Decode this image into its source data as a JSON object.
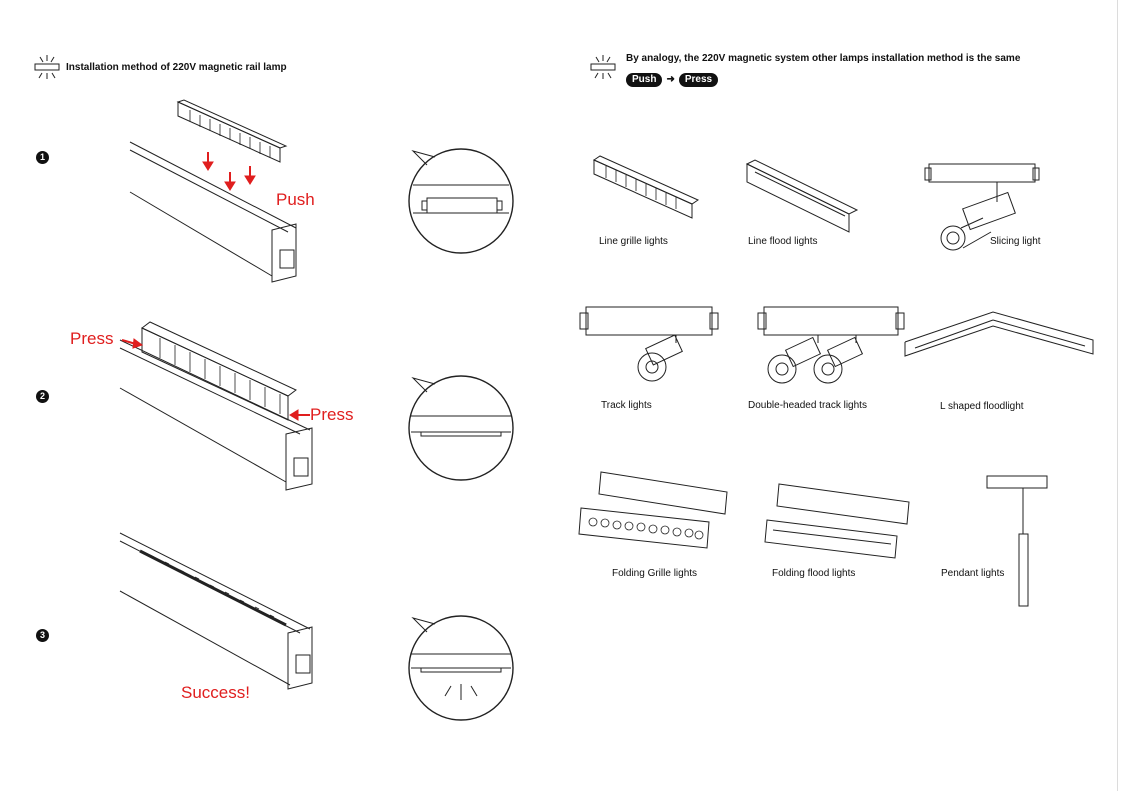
{
  "left": {
    "heading": "Installation method of 220V magnetic rail lamp",
    "steps": [
      {
        "num": "1",
        "label": "Push"
      },
      {
        "num": "2",
        "label_left": "Press",
        "label_right": "Press"
      },
      {
        "num": "3",
        "label": "Success!"
      }
    ]
  },
  "right": {
    "heading": "By analogy, the 220V magnetic system other lamps installation method is the same",
    "push_pill": "Push",
    "arrow": "➜",
    "press_pill": "Press",
    "lamps": [
      {
        "name": "Line grille lights"
      },
      {
        "name": "Line flood lights"
      },
      {
        "name": "Slicing light"
      },
      {
        "name": "Track lights"
      },
      {
        "name": "Double-headed track lights"
      },
      {
        "name": "L shaped floodlight"
      },
      {
        "name": "Folding Grille lights"
      },
      {
        "name": "Folding flood lights"
      },
      {
        "name": "Pendant lights"
      }
    ]
  },
  "colors": {
    "accent_red": "#e01e1e",
    "ink": "#111111"
  }
}
